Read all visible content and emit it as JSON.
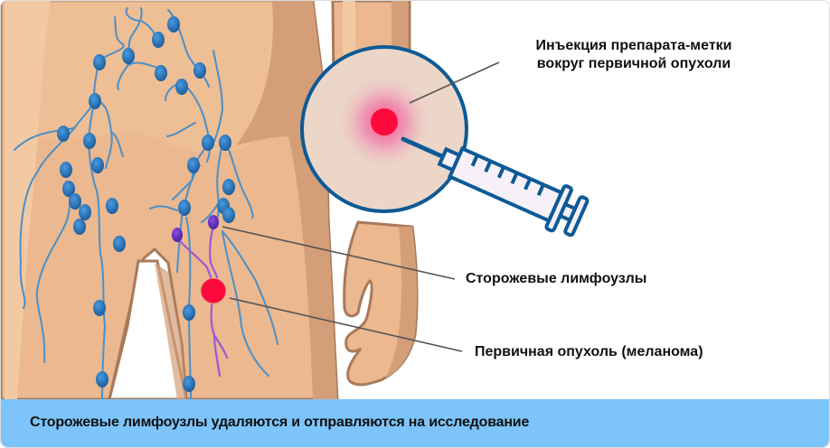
{
  "diagram": {
    "title_callouts": {
      "injection": {
        "line1": "Инъекция препарата-метки",
        "line2": "вокруг первичной опухоли"
      },
      "sentinel_nodes": "Сторожевые лимфоузлы",
      "primary_tumor": "Первичная опухоль (меланома)"
    },
    "footer": {
      "text": "Сторожевые лимфоузлы удаляются и отправляются на исследование"
    },
    "colors": {
      "skin_light": "#f3c9a3",
      "skin_mid": "#ebb88f",
      "skin_dark": "#d49e78",
      "skin_outline": "#a87a5a",
      "lymph_vessel": "#4a90c8",
      "lymph_node": "#2a72b8",
      "sentinel_node": "#6a2fc4",
      "sentinel_vessel": "#9b59d6",
      "tumor": "#ff0a3c",
      "magnifier_fill": "#ecd6c8",
      "magnifier_border": "#0d5a96",
      "syringe_fill": "#f8f0f8",
      "footer_bg": "#7cc4fb",
      "leader_line": "#555555"
    },
    "icons": [
      "magnifier-circle",
      "syringe-icon",
      "tumor-dot",
      "lymph-node"
    ]
  }
}
